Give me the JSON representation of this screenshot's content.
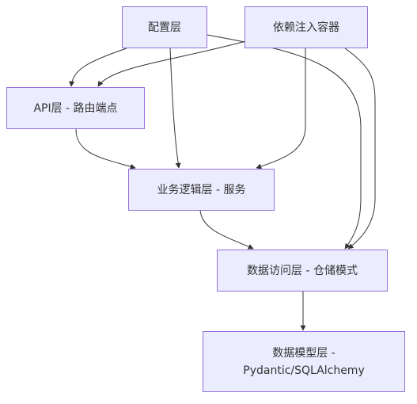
{
  "diagram": {
    "nodes": {
      "config": "配置层",
      "di": "依赖注入容器",
      "api": "API层 - 路由端点",
      "service": "业务逻辑层 - 服务",
      "repo": "数据访问层 - 仓储模式",
      "model_line1": "数据模型层 -",
      "model_line2": "Pydantic/SQLAlchemy"
    },
    "edges": [
      {
        "from": "配置层",
        "to": "API层 - 路由端点"
      },
      {
        "from": "配置层",
        "to": "业务逻辑层 - 服务"
      },
      {
        "from": "配置层",
        "to": "数据访问层 - 仓储模式"
      },
      {
        "from": "依赖注入容器",
        "to": "API层 - 路由端点"
      },
      {
        "from": "依赖注入容器",
        "to": "业务逻辑层 - 服务"
      },
      {
        "from": "依赖注入容器",
        "to": "数据访问层 - 仓储模式"
      },
      {
        "from": "API层 - 路由端点",
        "to": "业务逻辑层 - 服务"
      },
      {
        "from": "业务逻辑层 - 服务",
        "to": "数据访问层 - 仓储模式"
      },
      {
        "from": "数据访问层 - 仓储模式",
        "to": "数据模型层 - Pydantic/SQLAlchemy"
      }
    ],
    "colors": {
      "node_fill": "#ECECFF",
      "node_border": "#9370DB",
      "edge": "#333333",
      "text": "#333333"
    }
  }
}
